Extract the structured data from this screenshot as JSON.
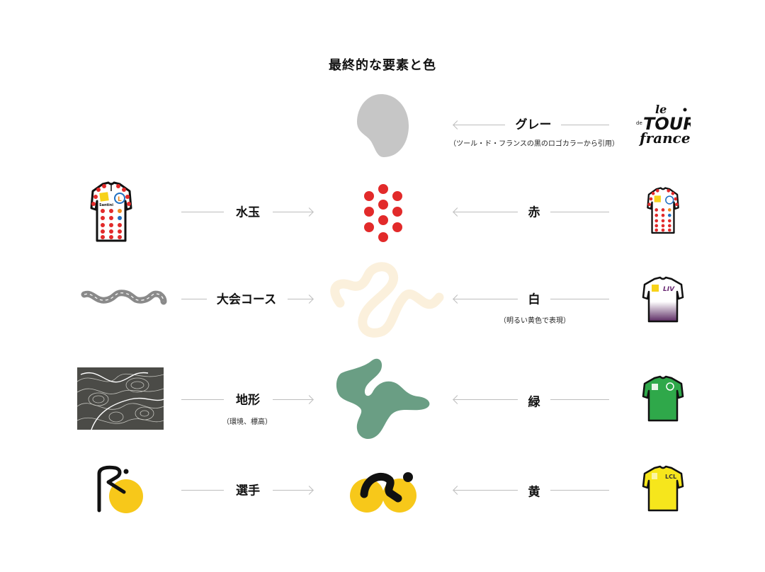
{
  "title": "最終的な要素と色",
  "colors": {
    "gray": "#c6c6c6",
    "red": "#e22a2a",
    "cream": "#fbf0dc",
    "green": "#6a9e84",
    "yellow": "#f7c81a",
    "black": "#111111",
    "line": "#bdbdbd"
  },
  "rows": [
    {
      "left": null,
      "center": "gray-blob",
      "right": {
        "label": "グレー",
        "note": "（ツール・ド・フランスの黒のロゴカラーから引用）",
        "source": "le-tour-de-france-logo",
        "logo_text": [
          "le",
          "TOUR",
          "de",
          "france"
        ]
      }
    },
    {
      "left": {
        "label": "水玉",
        "source": "polka-dot-jersey"
      },
      "center": "red-dots",
      "right": {
        "label": "赤",
        "source": "polka-dot-jersey"
      }
    },
    {
      "left": {
        "label": "大会コース",
        "source": "road-course-icon"
      },
      "center": "cream-route",
      "right": {
        "label": "白",
        "note": "（明るい黄色で表現）",
        "source": "white-jersey",
        "sponsor": "LIV"
      }
    },
    {
      "left": {
        "label": "地形",
        "note": "（環境、標高）",
        "source": "topographic-map"
      },
      "center": "green-terrain",
      "right": {
        "label": "緑",
        "source": "green-jersey"
      }
    },
    {
      "left": {
        "label": "選手",
        "source": "rider-mark"
      },
      "center": "rider-cycle",
      "right": {
        "label": "黄",
        "source": "yellow-jersey",
        "sponsor": "LCL"
      }
    }
  ]
}
